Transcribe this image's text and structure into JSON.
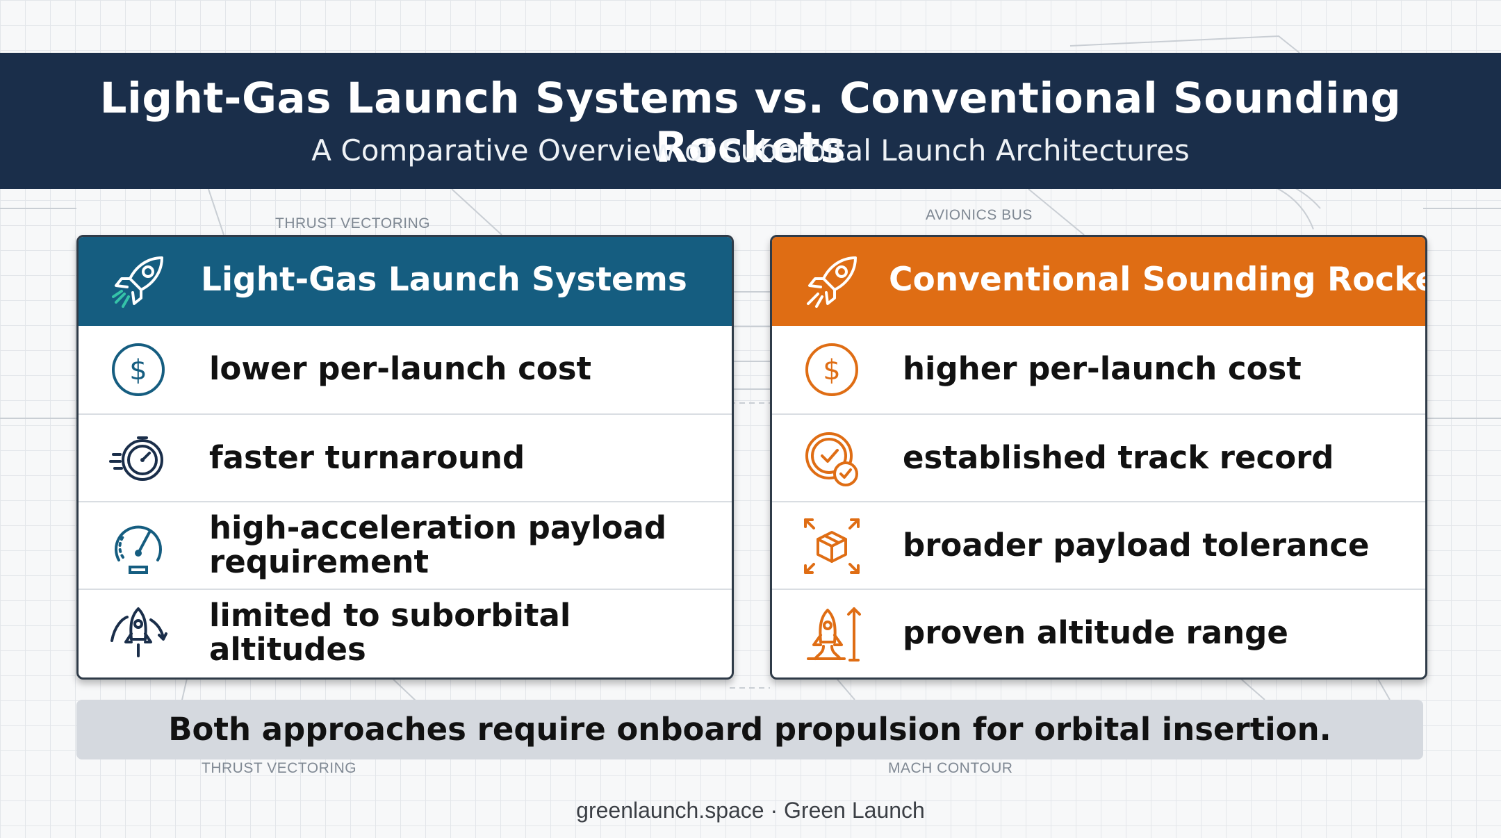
{
  "header": {
    "title": "Light-Gas Launch Systems vs. Conventional Sounding Rockets",
    "subtitle": "A Comparative Overview of Suborbital Launch Architectures"
  },
  "annotations": {
    "top_left": "THRUST VECTORING",
    "top_center": "AVIONICS BUS",
    "bottom_left": "THRUST VECTORING",
    "bottom_center": "MACH CONTOUR"
  },
  "panels": [
    {
      "title": "Light-Gas Launch Systems",
      "accent_color": "#155d80",
      "header_icon": "rocket-icon",
      "items": [
        {
          "label": "lower per-launch cost",
          "icon": "dollar-icon"
        },
        {
          "label": "faster turnaround",
          "icon": "stopwatch-icon"
        },
        {
          "label": "high-acceleration payload requirement",
          "icon": "speedometer-icon"
        },
        {
          "label": "limited to suborbital altitudes",
          "icon": "rocket-trajectory-icon"
        }
      ]
    },
    {
      "title": "Conventional Sounding Rockets",
      "accent_color": "#df6d14",
      "header_icon": "rocket-icon",
      "items": [
        {
          "label": "higher per-launch cost",
          "icon": "dollar-icon"
        },
        {
          "label": "established track record",
          "icon": "clock-check-icon"
        },
        {
          "label": "broader payload tolerance",
          "icon": "box-expand-icon"
        },
        {
          "label": "proven altitude range",
          "icon": "rocket-altitude-icon"
        }
      ]
    }
  ],
  "footer": {
    "note": "Both approaches require onboard propulsion for orbital insertion.",
    "credit": "greenlaunch.space · Green Launch"
  }
}
